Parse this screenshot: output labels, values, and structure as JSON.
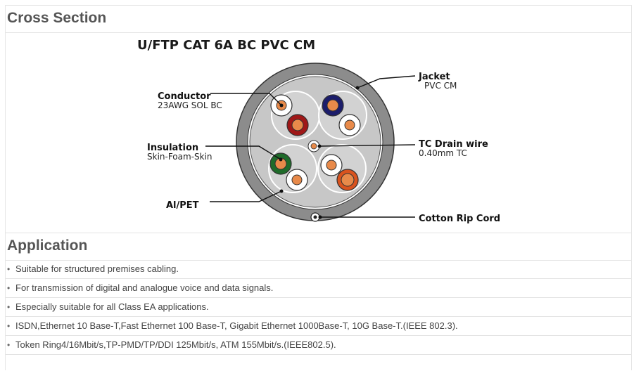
{
  "cross_section": {
    "heading": "Cross Section",
    "diagram_title": "U/FTP CAT 6A BC PVC CM",
    "labels": {
      "jacket": "Jacket",
      "jacket_sub": "PVC CM",
      "conductor": "Conductor",
      "conductor_sub": "23AWG SOL BC",
      "insulation": "Insulation",
      "insulation_sub": "Skin-Foam-Skin",
      "al_pet": "Al/PET",
      "drain": "TC Drain wire",
      "drain_sub": "0.40mm TC",
      "rip_cord": "Cotton Rip Cord"
    },
    "colors": {
      "jacket": "#8c8c8c",
      "fill": "#c8c8c8",
      "copper": "#e88a4a",
      "pair_brown": "#a01818",
      "pair_blue": "#1c1d6b",
      "pair_green": "#1f6b2a",
      "pair_orange": "#d9531e"
    }
  },
  "application": {
    "heading": "Application",
    "bullet": "•",
    "items": [
      "Suitable for structured premises cabling.",
      "For transmission of digital and analogue voice and data signals.",
      "Especially suitable for all Class EA applications.",
      " ISDN,Ethernet 10 Base-T,Fast Ethernet 100 Base-T, Gigabit Ethernet 1000Base-T, 10G Base-T.(IEEE 802.3).",
      "Token Ring4/16Mbit/s,TP-PMD/TP/DDI 125Mbit/s, ATM 155Mbit/s.(IEEE802.5)."
    ]
  }
}
